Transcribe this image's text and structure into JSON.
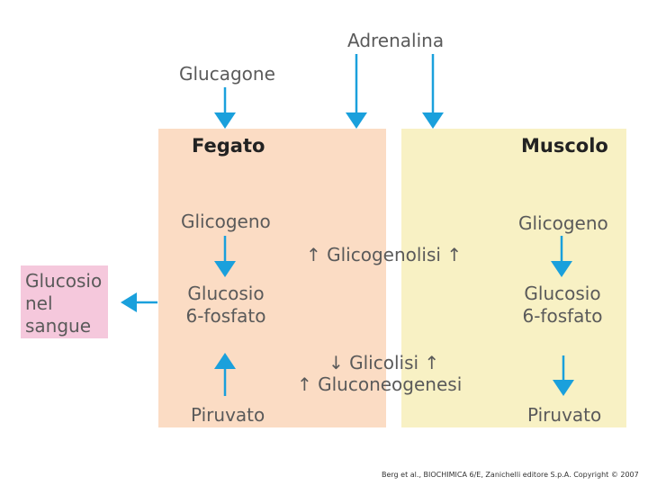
{
  "labels": {
    "glucagone": "Glucagone",
    "adrenalina": "Adrenalina",
    "fegato": "Fegato",
    "muscolo": "Muscolo",
    "glicogeno_liver": "Glicogeno",
    "glicogeno_muscle": "Glicogeno",
    "glicogenolisi": "↑  Glicogenolisi  ↑",
    "glucosio_nel_sangue_1": "Glucosio",
    "glucosio_nel_sangue_2": "nel",
    "glucosio_nel_sangue_3": "sangue",
    "g6p_liver_1": "Glucosio",
    "g6p_liver_2": "6-fosfato",
    "g6p_muscle_1": "Glucosio",
    "g6p_muscle_2": "6-fosfato",
    "glicolisi": "↓  Glicolisi  ↑",
    "gluconeogenesi": "↑  Gluconeogenesi",
    "piruvato_liver": "Piruvato",
    "piruvato_muscle": "Piruvato"
  },
  "credit": "Berg et al., BIOCHIMICA 6/E,  Zanichelli editore S.p.A. Copyright © 2007",
  "colors": {
    "arrow": "#1aa0dc",
    "liver_panel": "#fbdcc4",
    "muscle_panel": "#f8f1c4",
    "blood_box": "#f5c8dc"
  }
}
